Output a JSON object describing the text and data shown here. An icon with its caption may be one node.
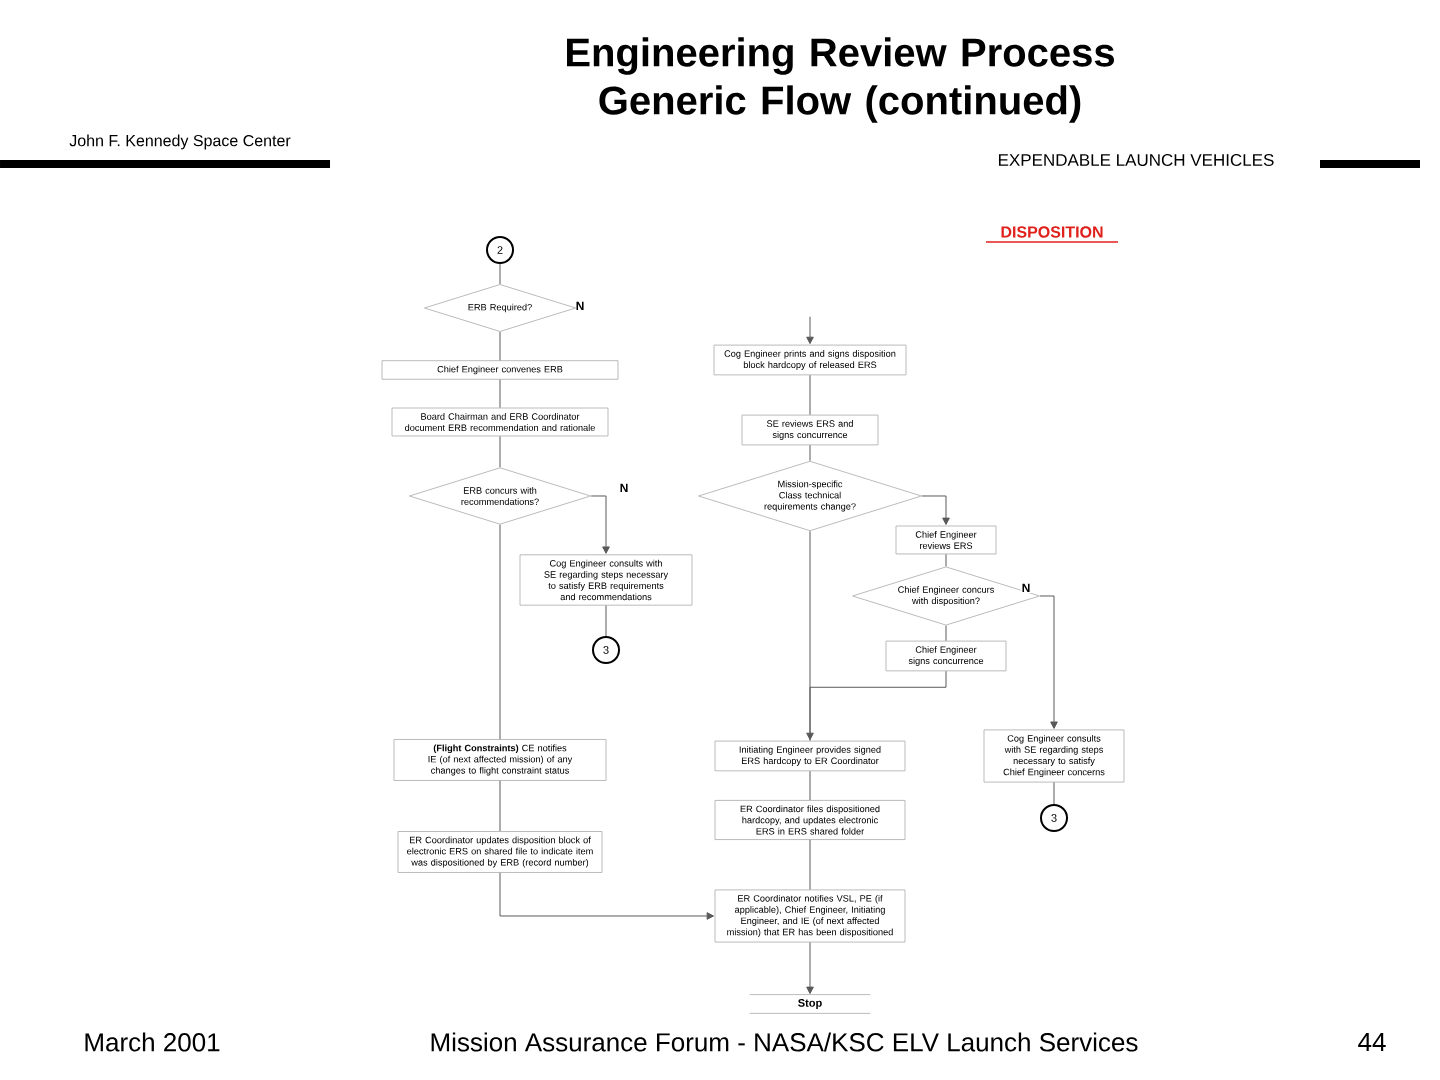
{
  "diagram": {
    "title": "Engineering Review Process Generic Flow (continued)",
    "nodes": [
      {
        "text": [
          "2"
        ]
      },
      {
        "text": [
          "ERB Required?"
        ]
      },
      {
        "text": [
          "Chief Engineer convenes ERB"
        ]
      },
      {
        "text": [
          "Board Chairman and ERB Coordinator document ERB recommendation and rationale"
        ]
      },
      {
        "text": [
          "ERB concurs with recommendations?"
        ]
      },
      {
        "text": [
          "Cog Engineer consults with SE regarding steps necessary to satisfy ERB requirements and recommendations"
        ]
      },
      {
        "text": [
          "3"
        ]
      },
      {
        "text": [
          "**(Flight Constraints)** CE notifies IE (of next affected mission) of any changes to flight constraint status"
        ]
      },
      {
        "text": [
          "ER Coordinator updates disposition block of electronic ERS on shared file to indicate item was dispositioned by ERB (record number)"
        ]
      },
      {
        "text": [
          "Cog Engineer prints and signs disposition block hardcopy of released ERS"
        ]
      },
      {
        "text": [
          "SE reviews ERS and signs concurrence"
        ]
      },
      {
        "text": [
          "Mission-specific Class technical requirements change?"
        ]
      },
      {
        "text": [
          "Chief Engineer reviews ERS"
        ]
      },
      {
        "text": [
          "Chief Engineer concurs with disposition?"
        ]
      },
      {
        "text": [
          "Chief Engineer signs concurrence"
        ]
      },
      {
        "text": [
          "Initiating Engineer provides signed ERS hardcopy to ER Coordinator"
        ]
      },
      {
        "text": [
          "ER Coordinator files dispositioned hardcopy, and updates electronic ERS in ERS shared folder"
        ]
      },
      {
        "text": [
          "ER Coordinator notifies VSL, PE (if applicable), Chief Engineer, Initiating Engineer, and IE (of next affected mission) that ER has been dispositioned"
        ]
      },
      {
        "text": [
          "Stop"
        ]
      },
      {
        "text": [
          "Cog Engineer consults with SE regarding steps necessary to satisfy Chief Engineer concerns"
        ]
      },
      {
        "text": [
          "3"
        ]
      }
    ],
    "edges": [
      {
        "from": 0,
        "to": 1,
        "arrow": "none"
      },
      {
        "from": 1,
        "to": 2,
        "arrow": "none"
      },
      {
        "from": 2,
        "to": 3,
        "arrow": "none"
      },
      {
        "from": 3,
        "to": 4,
        "arrow": "none"
      },
      {
        "from": 4,
        "to": 5,
        "arrow": "to",
        "label": "N"
      },
      {
        "from": 5,
        "to": 6,
        "arrow": "none"
      },
      {
        "from": 4,
        "to": 7,
        "arrow": "none"
      },
      {
        "from": 7,
        "to": 8,
        "arrow": "none"
      },
      {
        "from": 8,
        "to": 17,
        "arrow": "to"
      },
      {
        "from": null,
        "to": 9,
        "arrow": "to"
      },
      {
        "from": 9,
        "to": 10,
        "arrow": "none"
      },
      {
        "from": 10,
        "to": 11,
        "arrow": "none"
      },
      {
        "from": 11,
        "to": 15,
        "arrow": "none"
      },
      {
        "from": 11,
        "to": 12,
        "arrow": "to"
      },
      {
        "from": 12,
        "to": 13,
        "arrow": "none"
      },
      {
        "from": 13,
        "to": 14,
        "arrow": "none"
      },
      {
        "from": 14,
        "to": 15,
        "arrow": "to"
      },
      {
        "from": 13,
        "to": 19,
        "arrow": "to",
        "label": "N"
      },
      {
        "from": 19,
        "to": 20,
        "arrow": "none"
      },
      {
        "from": 15,
        "to": 16,
        "arrow": "none"
      },
      {
        "from": 16,
        "to": 17,
        "arrow": "none"
      },
      {
        "from": 17,
        "to": 18,
        "arrow": "to"
      }
    ],
    "labels": [
      "John F. Kennedy Space Center",
      "EXPENDABLE LAUNCH VEHICLES",
      "DISPOSITION",
      "N",
      "March 2001",
      "Mission Assurance Forum - NASA/KSC ELV Launch Services",
      "44"
    ]
  }
}
